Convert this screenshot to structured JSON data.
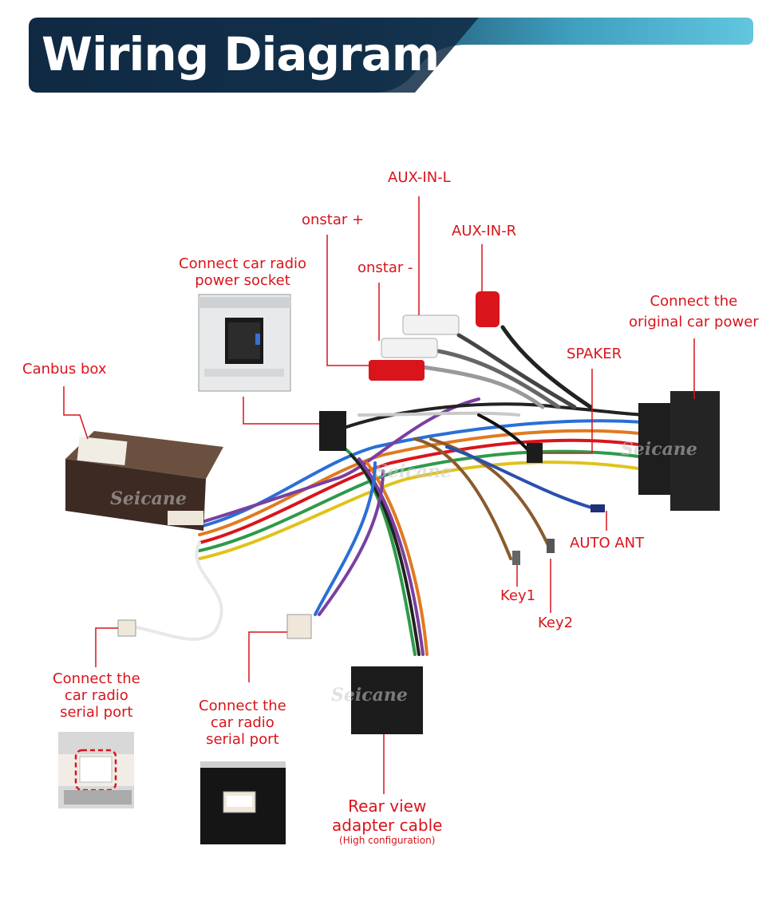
{
  "title": "Wiring Diagram",
  "watermark": "Seicane",
  "colors": {
    "callout": "#d9141b",
    "banner_dark": "#102a44",
    "banner_light": "#5cc3dd"
  },
  "labels": {
    "aux_in_l": "AUX-IN-L",
    "onstar_plus": "onstar +",
    "aux_in_r": "AUX-IN-R",
    "power_socket_line1": "Connect car radio",
    "power_socket_line2": "power socket",
    "onstar_minus": "onstar -",
    "orig_power_line1": "Connect the",
    "orig_power_line2": "original car power",
    "canbus_box": "Canbus box",
    "spaker": "SPAKER",
    "auto_ant": "AUTO ANT",
    "key1": "Key1",
    "key2": "Key2",
    "serial1_line1": "Connect the",
    "serial1_line2": "car radio",
    "serial1_line3": "serial port",
    "serial2_line1": "Connect the",
    "serial2_line2": "car radio",
    "serial2_line3": "serial port",
    "rear_view_line1": "Rear view",
    "rear_view_line2": "adapter cable",
    "rear_view_note": "(High configuration)"
  }
}
